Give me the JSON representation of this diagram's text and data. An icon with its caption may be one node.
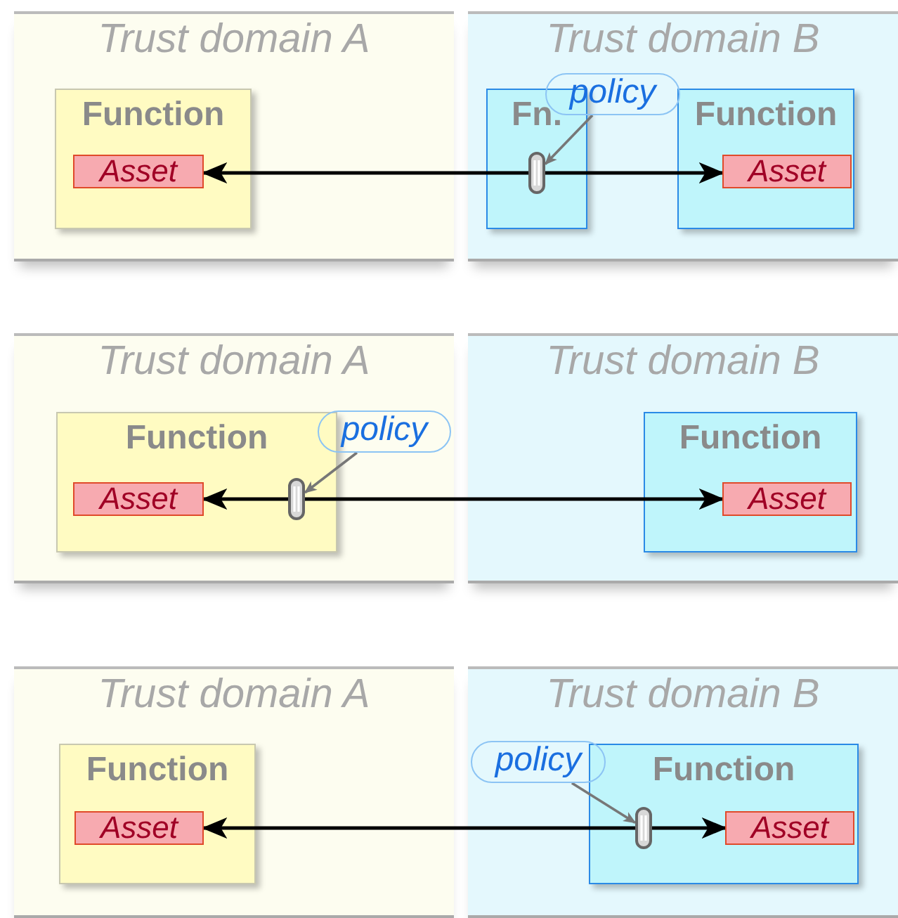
{
  "diagram": {
    "nodes": [
      {
        "text": [
          "Trust domain A"
        ]
      },
      {
        "text": [
          "Function"
        ],
        "in": 0
      },
      {
        "text": [
          "Asset"
        ],
        "in": 1
      },
      {
        "text": [
          "Trust domain B"
        ]
      },
      {
        "text": [
          "Fn."
        ],
        "in": 3
      },
      {
        "text": [
          "Function"
        ],
        "in": 3
      },
      {
        "text": [
          "Asset"
        ],
        "in": 5
      },
      {
        "text": [],
        "shape": "bar",
        "in": 4
      },
      {
        "text": [
          "policy"
        ],
        "in": 3
      },
      {
        "text": [
          "Trust domain A"
        ]
      },
      {
        "text": [
          "Function"
        ],
        "in": 9
      },
      {
        "text": [
          "Asset"
        ],
        "in": 10
      },
      {
        "text": [],
        "shape": "bar",
        "in": 10
      },
      {
        "text": [
          "policy"
        ],
        "in": 9
      },
      {
        "text": [
          "Trust domain B"
        ]
      },
      {
        "text": [
          "Function"
        ],
        "in": 14
      },
      {
        "text": [
          "Asset"
        ],
        "in": 15
      },
      {
        "text": [
          "Trust domain A"
        ]
      },
      {
        "text": [
          "Function"
        ],
        "in": 17
      },
      {
        "text": [
          "Asset"
        ],
        "in": 18
      },
      {
        "text": [
          "Trust domain B"
        ]
      },
      {
        "text": [
          "policy"
        ],
        "in": 20
      },
      {
        "text": [
          "Function"
        ],
        "in": 20
      },
      {
        "text": [],
        "shape": "bar",
        "in": 22
      },
      {
        "text": [
          "Asset"
        ],
        "in": 22
      }
    ],
    "edges": [
      {
        "from": 7,
        "to": 2,
        "arrow": "to"
      },
      {
        "from": 7,
        "to": 6,
        "arrow": "to"
      },
      {
        "from": 8,
        "to": 7,
        "arrow": "to",
        "color": "#777777"
      },
      {
        "from": 12,
        "to": 11,
        "arrow": "to"
      },
      {
        "from": 12,
        "to": 16,
        "arrow": "to"
      },
      {
        "from": 13,
        "to": 12,
        "arrow": "to",
        "color": "#777777"
      },
      {
        "from": 23,
        "to": 19,
        "arrow": "to"
      },
      {
        "from": 23,
        "to": 24,
        "arrow": "to"
      },
      {
        "from": 21,
        "to": 23,
        "arrow": "to",
        "color": "#777777"
      }
    ]
  }
}
